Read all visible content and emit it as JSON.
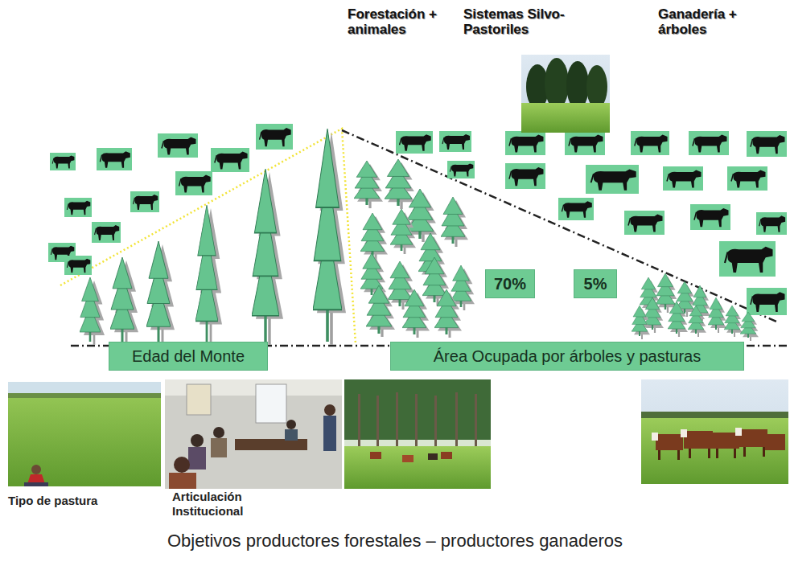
{
  "diagram": {
    "caption": "Objetivos productores forestales – productores ganaderos",
    "nodes": [
      {
        "text": [
          "70%"
        ]
      },
      {
        "text": [
          "5%"
        ]
      },
      {
        "text": [
          "Edad del Monte"
        ]
      },
      {
        "text": [
          "Área Ocupada por árboles y pasturas"
        ]
      }
    ],
    "labels": [
      "Forestación + animales",
      "Sistemas Silvo-Pastoriles",
      "Ganadería + árboles",
      "Tipo de pastura",
      "Articulación Institucional"
    ]
  }
}
